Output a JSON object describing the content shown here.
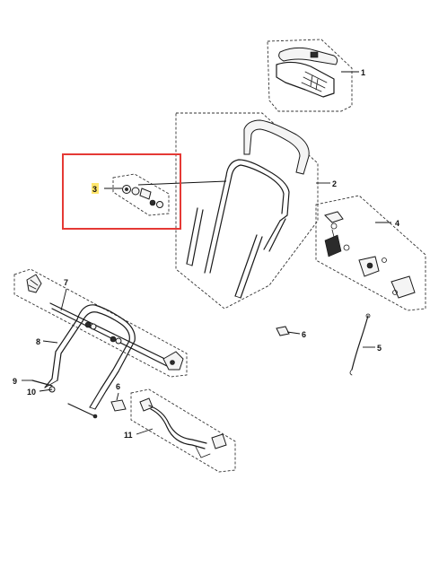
{
  "diagram": {
    "callouts": [
      {
        "id": "1",
        "label": "1"
      },
      {
        "id": "2",
        "label": "2"
      },
      {
        "id": "3",
        "label": "3"
      },
      {
        "id": "4",
        "label": "4"
      },
      {
        "id": "5",
        "label": "5"
      },
      {
        "id": "6a",
        "label": "6"
      },
      {
        "id": "6b",
        "label": "6"
      },
      {
        "id": "7",
        "label": "7"
      },
      {
        "id": "8",
        "label": "8"
      },
      {
        "id": "9",
        "label": "9"
      },
      {
        "id": "10",
        "label": "10"
      },
      {
        "id": "11",
        "label": "11"
      }
    ],
    "highlight": {
      "color": "#e53935",
      "marker_color": "#ffe66d",
      "target": "3"
    }
  }
}
